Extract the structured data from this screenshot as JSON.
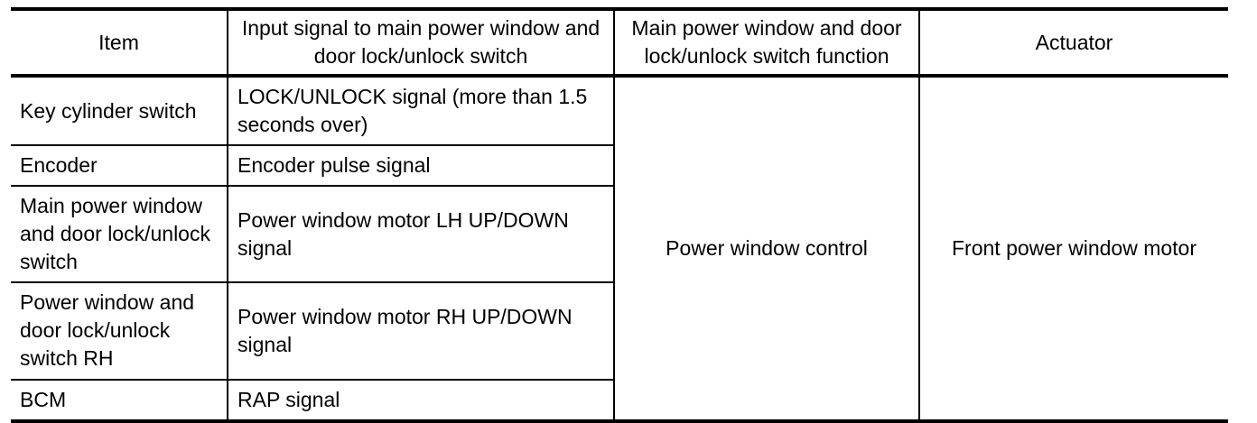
{
  "table": {
    "headers": {
      "item": "Item",
      "input_signal": "Input signal to main power window and door lock/unlock switch",
      "switch_function": "Main power window and door lock/unlock switch function",
      "actuator": "Actuator"
    },
    "rows": [
      {
        "item": "Key cylinder switch",
        "signal": "LOCK/UNLOCK signal (more than 1.5 seconds over)"
      },
      {
        "item": "Encoder",
        "signal": "Encoder pulse signal"
      },
      {
        "item": "Main power window and door lock/unlock switch",
        "signal": "Power window motor LH UP/DOWN signal"
      },
      {
        "item": "Power window and door lock/unlock switch RH",
        "signal": "Power window motor RH UP/DOWN signal"
      },
      {
        "item": "BCM",
        "signal": "RAP signal"
      }
    ],
    "function_cell": "Power window control",
    "actuator_cell": "Front power window motor"
  },
  "colors": {
    "border": "#000000",
    "background": "#ffffff",
    "text": "#000000"
  }
}
